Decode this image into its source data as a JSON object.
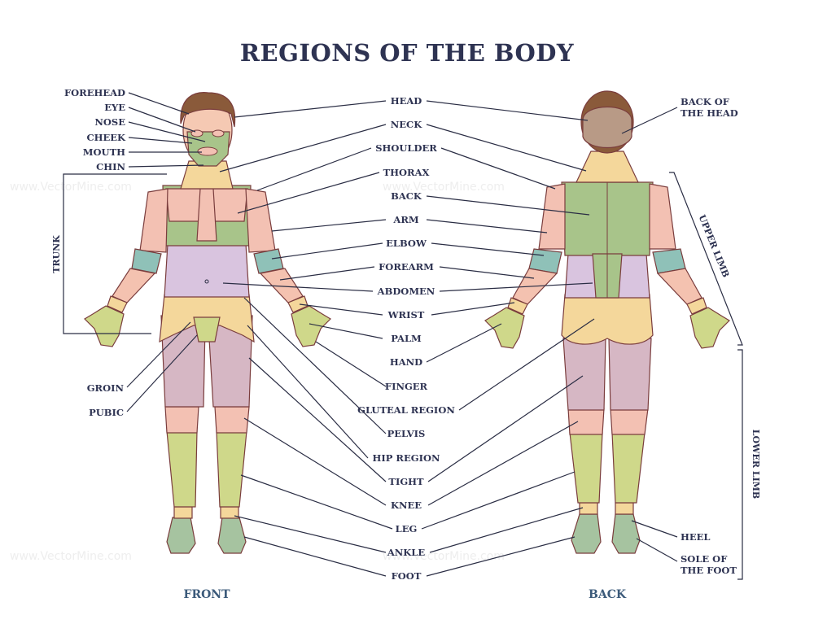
{
  "title": "REGIONS OF THE BODY",
  "views": {
    "front": "FRONT",
    "back": "BACK"
  },
  "watermark": "www.VectorMine.com",
  "left_labels": {
    "forehead": "FOREHEAD",
    "eye": "EYE",
    "nose": "NOSE",
    "cheek": "CHEEK",
    "mouth": "MOUTH",
    "chin": "CHIN",
    "groin": "GROIN",
    "pubic": "PUBIC"
  },
  "center_labels": [
    "HEAD",
    "NECK",
    "SHOULDER",
    "THORAX",
    "BACK",
    "ARM",
    "ELBOW",
    "FOREARM",
    "ABDOMEN",
    "WRIST",
    "PALM",
    "HAND",
    "FINGER",
    "GLUTEAL REGION",
    "PELVIS",
    "HIP REGION",
    "TIGHT",
    "KNEE",
    "LEG",
    "ANKLE",
    "FOOT"
  ],
  "right_labels": {
    "back_of_head": "BACK OF THE HEAD",
    "heel": "HEEL",
    "sole": "SOLE OF THE FOOT"
  },
  "side_labels": {
    "trunk": "TRUNK",
    "upper_limb": "UPPER LIMB",
    "lower_limb": "LOWER LIMB"
  },
  "colors": {
    "title": "#2e3352",
    "skin": "#f5c9b3",
    "torso_pink": "#f3c1b3",
    "green": "#a8c48a",
    "lavender": "#d9c4df",
    "yellow": "#f4d79b",
    "teal": "#8fc1b8",
    "mauve": "#d6b7c4",
    "lime": "#cfd88a",
    "foot": "#a6c3a0",
    "hair": "#8a5a3a",
    "outline": "#7a3d3d"
  }
}
